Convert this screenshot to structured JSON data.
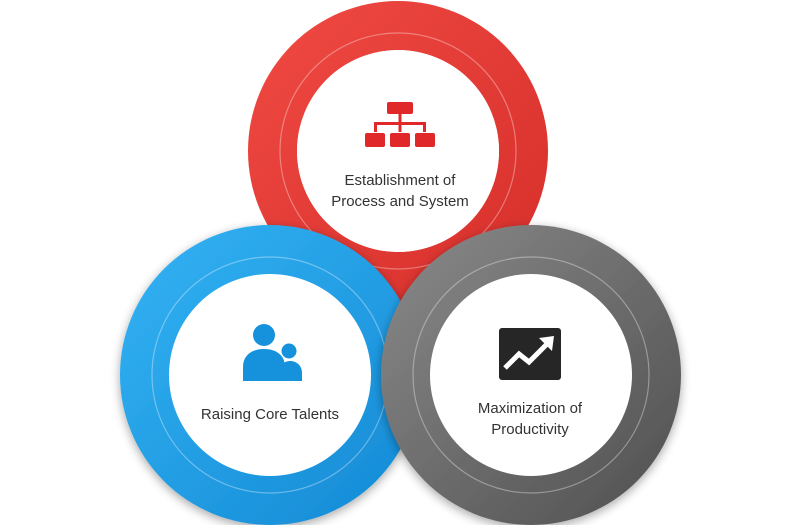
{
  "colors": {
    "red": "#e33b36",
    "blue": "#1e9be3",
    "gray": "#6c6c6c",
    "inner": "#ffffff",
    "icon_red": "#e0282b",
    "icon_blue": "#1692dd",
    "icon_dark": "#262626",
    "text": "#333333"
  },
  "circles": [
    {
      "id": "red",
      "label": "Establishment of\nProcess and System",
      "icon": "hierarchy-icon"
    },
    {
      "id": "blue",
      "label": "Raising Core Talents",
      "icon": "people-icon"
    },
    {
      "id": "gray",
      "label": "Maximization of\nProductivity",
      "icon": "trend-chart-icon"
    }
  ]
}
